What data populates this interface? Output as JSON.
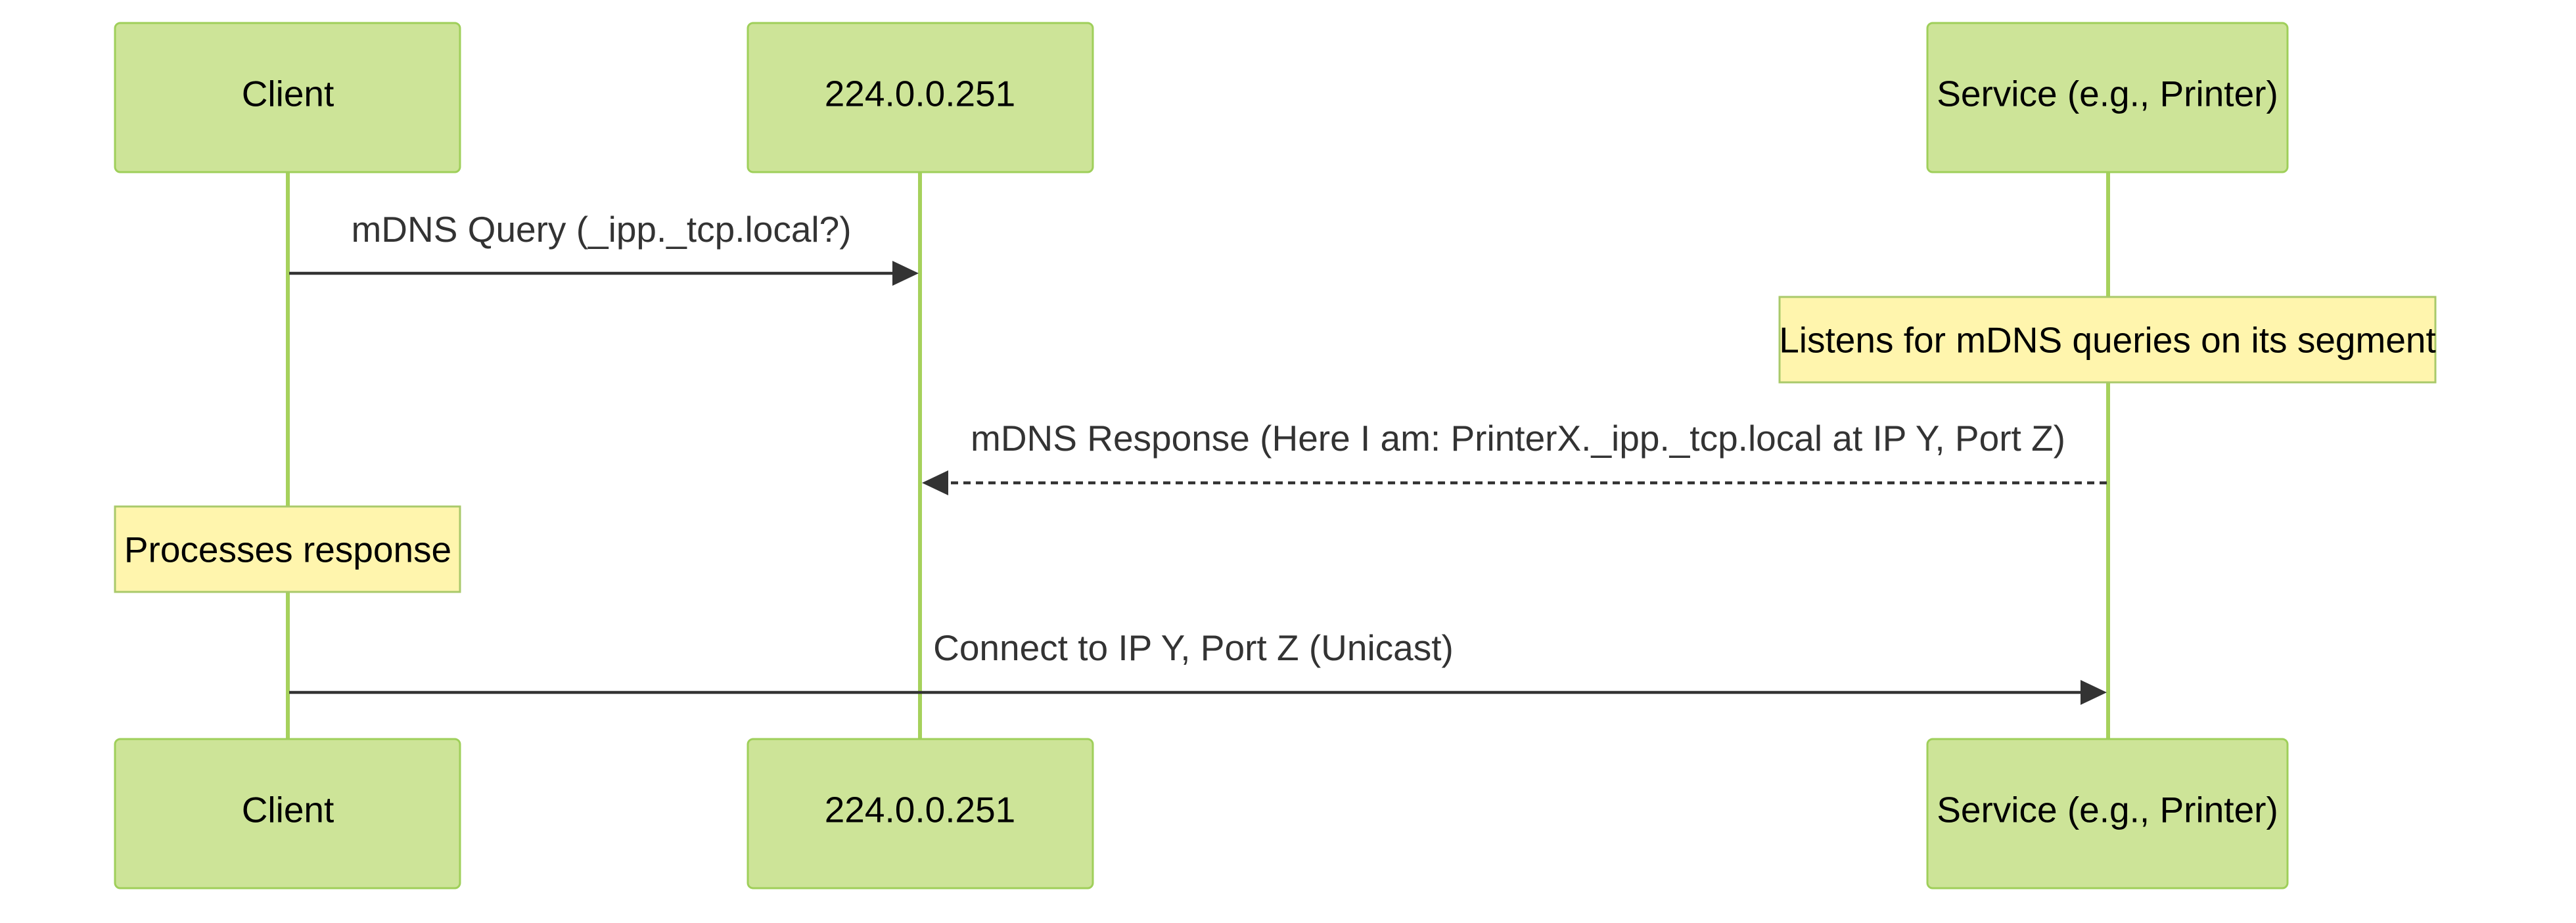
{
  "participants": [
    {
      "id": "client",
      "label": "Client"
    },
    {
      "id": "multicast",
      "label": "224.0.0.251"
    },
    {
      "id": "service",
      "label": "Service (e.g., Printer)"
    }
  ],
  "messages": [
    {
      "from": "client",
      "to": "multicast",
      "label": "mDNS Query (_ipp._tcp.local?)",
      "style": "solid"
    },
    {
      "from": "service",
      "to": "multicast",
      "label": "mDNS Response (Here I am: PrinterX._ipp._tcp.local at IP Y, Port Z)",
      "style": "dashed"
    },
    {
      "from": "client",
      "to": "service",
      "label": "Connect to IP Y, Port Z (Unicast)",
      "style": "solid"
    }
  ],
  "notes": [
    {
      "over": "service",
      "text": "Listens for mDNS queries on its segment"
    },
    {
      "over": "client",
      "text": "Processes response"
    }
  ],
  "colors": {
    "actor_fill": "#cde498",
    "actor_border": "#9fcf5a",
    "lifeline": "#a6d15c",
    "note_fill": "#fff5ad",
    "note_border": "#a9c96a",
    "message": "#333333"
  }
}
